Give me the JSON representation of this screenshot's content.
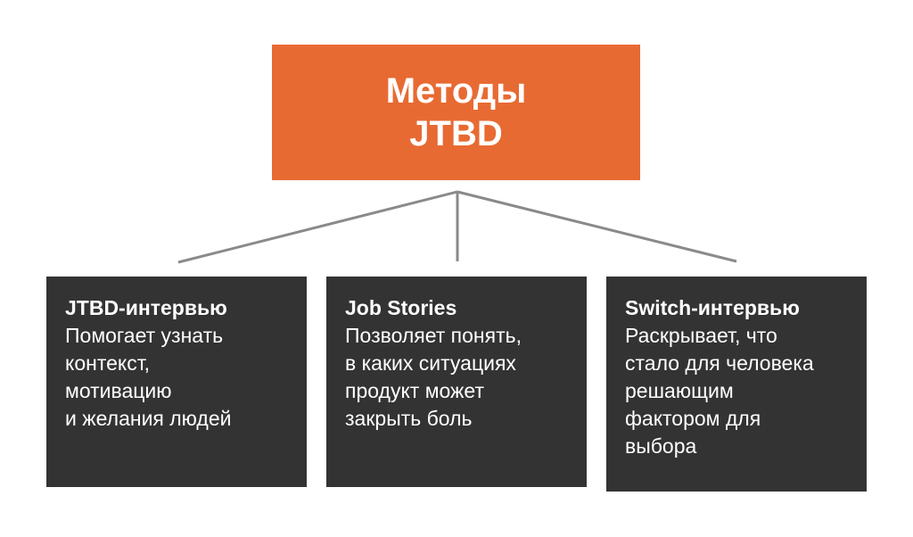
{
  "root": {
    "title": "Методы JTBD",
    "color": "#E86A33"
  },
  "methods": [
    {
      "title": "JTBD-интервью",
      "text": "Помогает узнать\nконтекст,\nмотивацию\nи желания людей"
    },
    {
      "title": "Job Stories",
      "text": "Позволяет понять,\nв каких ситуациях\nпродукт может\nзакрыть боль"
    },
    {
      "title": "Switch-интервью",
      "text": "Раскрывает, что\nстало для человека\nрешающим\nфактором для\nвыбора"
    }
  ],
  "colors": {
    "card": "#333333",
    "connector": "#8a8a8a"
  }
}
